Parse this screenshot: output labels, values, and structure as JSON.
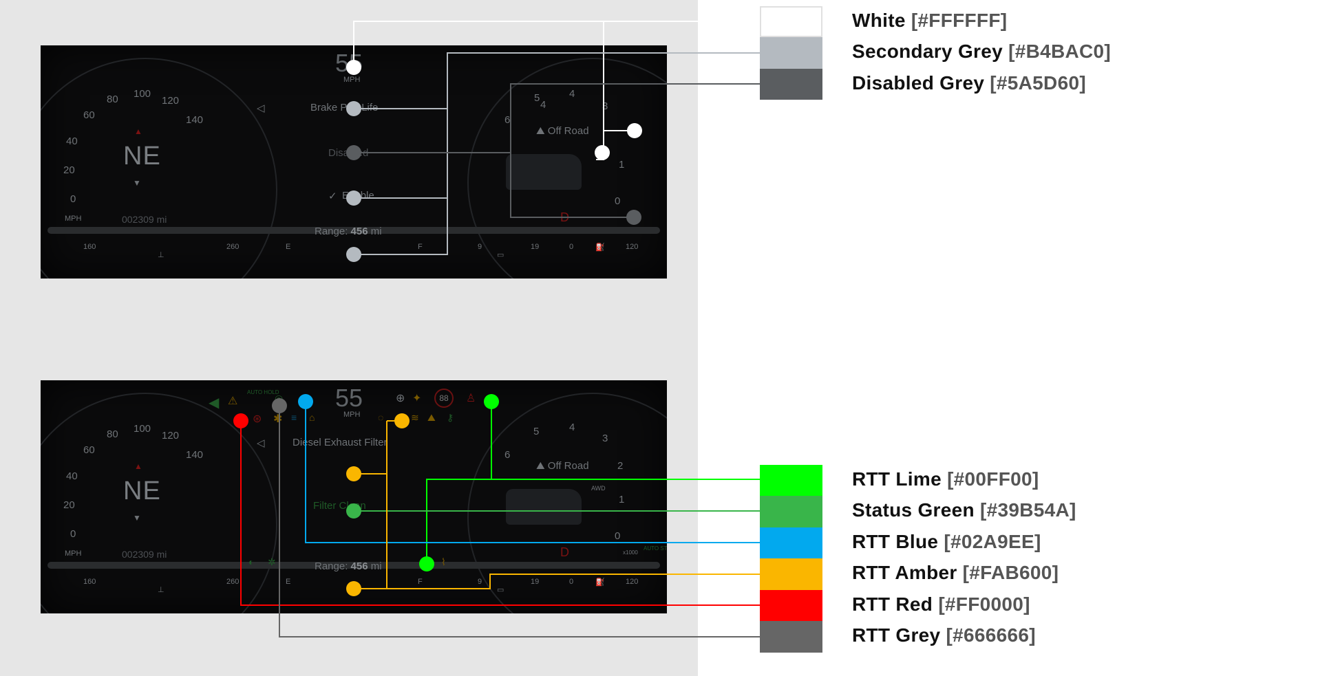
{
  "colors": {
    "white": "#FFFFFF",
    "secondary_grey": "#B4BAC0",
    "disabled_grey": "#5A5D60",
    "rtt_lime": "#00FF00",
    "status_green": "#39B54A",
    "rtt_blue": "#02A9EE",
    "rtt_amber": "#FAB600",
    "rtt_red": "#FF0000",
    "rtt_grey": "#666666"
  },
  "legend_top": [
    {
      "name": "White",
      "code": "[#FFFFFF]"
    },
    {
      "name": "Secondary Grey",
      "code": "[#B4BAC0]"
    },
    {
      "name": "Disabled Grey",
      "code": "[#5A5D60]"
    }
  ],
  "legend_bottom": [
    {
      "name": "RTT Lime",
      "code": "[#00FF00]"
    },
    {
      "name": "Status Green",
      "code": "[#39B54A]"
    },
    {
      "name": "RTT Blue",
      "code": "[#02A9EE]"
    },
    {
      "name": "RTT Amber",
      "code": "[#FAB600]"
    },
    {
      "name": "RTT Red",
      "code": "[#FF0000]"
    },
    {
      "name": "RTT Grey",
      "code": "[#666666]"
    }
  ],
  "cluster_top": {
    "speed": "55",
    "speed_unit": "MPH",
    "menu_item_1": "Brake Pad Life",
    "menu_item_2": "Disabled",
    "menu_item_3": "Enable",
    "range_label": "Range:",
    "range_value": "456",
    "range_unit": "mi",
    "compass": "NE",
    "odometer": "002309 mi",
    "mode": "Off Road",
    "gear": "D"
  },
  "cluster_bottom": {
    "speed": "55",
    "speed_unit": "MPH",
    "menu_item_1": "Diesel Exhaust Filter",
    "menu_item_2": "Filter Clean",
    "range_label": "Range:",
    "range_value": "456",
    "range_unit": "mi",
    "compass": "NE",
    "odometer": "002309 mi",
    "mode": "Off Road",
    "gear": "D",
    "speed_limit": "88",
    "auto_hold": "AUTO HOLD",
    "auto_stop": "AUTO STOP",
    "awd": "AWD",
    "x1000": "x1000"
  },
  "speedo_ticks": [
    "0",
    "20",
    "40",
    "60",
    "80",
    "100",
    "120",
    "140"
  ],
  "speedo_unit": "MPH",
  "tach_ticks": [
    "0",
    "1",
    "2",
    "3",
    "4",
    "5",
    "6"
  ],
  "gauges": {
    "temp_min": "160",
    "temp_max": "260",
    "fuel_empty": "E",
    "fuel_full": "F",
    "volt_min": "9",
    "volt_max": "19",
    "oil_min": "0",
    "oil_max": "120"
  }
}
